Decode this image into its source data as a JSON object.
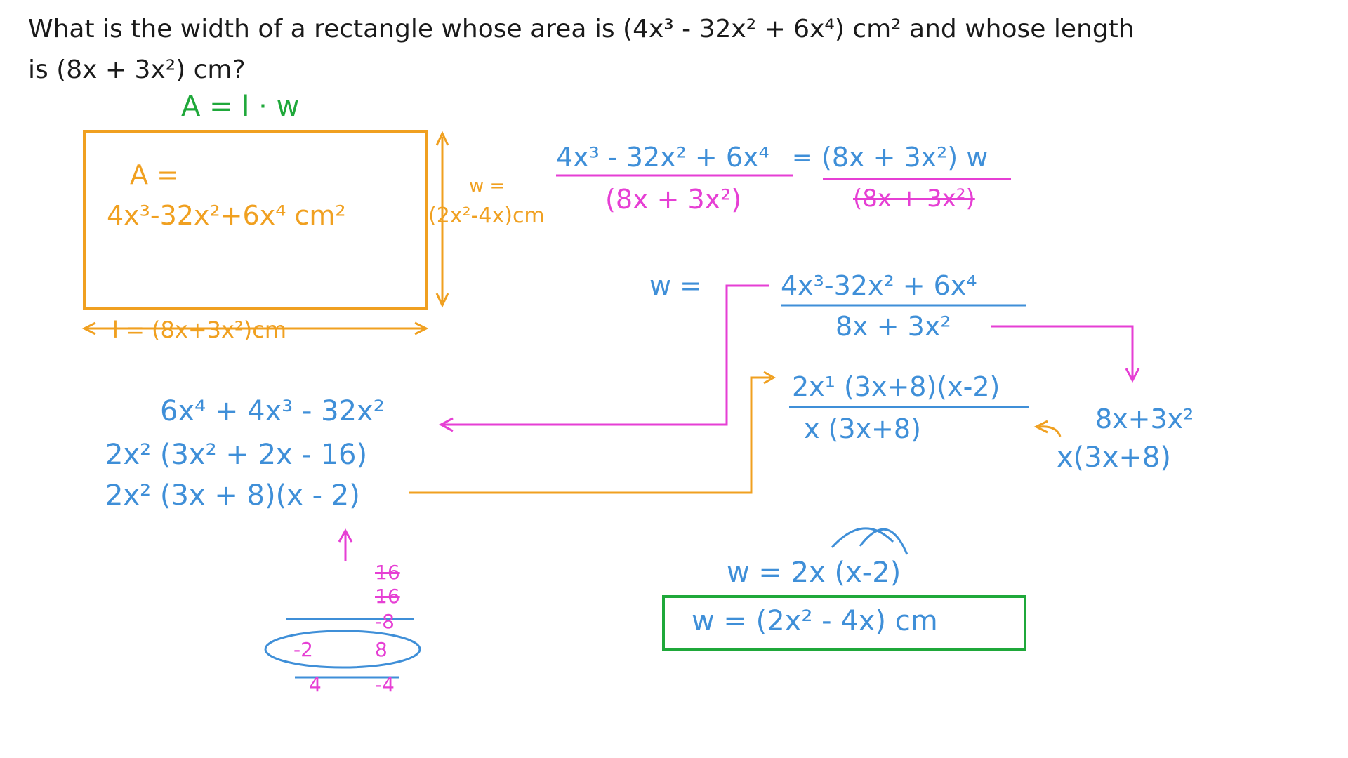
{
  "question": {
    "line1": "What is the width of a rectangle whose area is (4x³ - 32x² + 6x⁴) cm² and whose length",
    "line2": "is (8x + 3x²) cm?"
  },
  "formula": "A = l · w",
  "rectangle": {
    "area_label": "A =",
    "area_expr": "4x³-32x²+6x⁴ cm²",
    "width_label": "w =",
    "width_expr": "(2x²-4x)cm",
    "length_label": "l = (8x+3x²)cm"
  },
  "equation": {
    "lhs_num": "4x³ - 32x² + 6x⁴",
    "equals": "=",
    "rhs_num": "(8x + 3x²) w",
    "lhs_den": "(8x + 3x²)",
    "rhs_den": "(8x + 3x²)"
  },
  "width_fraction": {
    "label": "w =",
    "num": "4x³-32x² + 6x⁴",
    "den": "8x + 3x²"
  },
  "factor_numerator": {
    "l1": "6x⁴ + 4x³ - 32x²",
    "l2": "2x² (3x² + 2x - 16)",
    "l3": "2x² (3x + 8)(x - 2)"
  },
  "simplified_fraction": {
    "num": "2x¹ (3x+8)(x-2)",
    "den": "x (3x+8)"
  },
  "factor_denominator": {
    "l1": "8x+3x²",
    "l2": "x(3x+8)"
  },
  "factor_table": {
    "rows": [
      {
        "left": "",
        "right": "16"
      },
      {
        "left": "",
        "right": "16"
      },
      {
        "left": "",
        "right": "-8"
      },
      {
        "left": "-2",
        "right": "8"
      },
      {
        "left": "4",
        "right": "-4"
      }
    ]
  },
  "result": {
    "line1": "w = 2x (x-2)",
    "boxed": "w = (2x² - 4x) cm"
  },
  "colors": {
    "orange": "#f0a020",
    "blue": "#3f8fd8",
    "magenta": "#e63fd4",
    "green": "#1fa83a"
  }
}
